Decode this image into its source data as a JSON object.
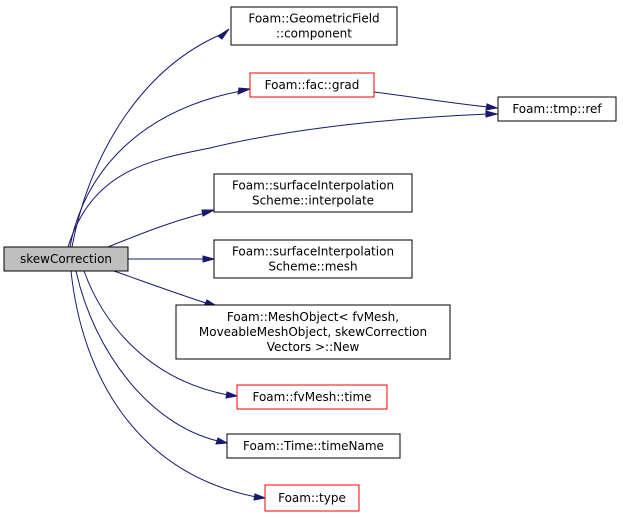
{
  "colors": {
    "edge": "#191970",
    "box_border": "#000000",
    "linked_border": "#ff0000",
    "root_fill": "#bfbfbf",
    "node_fill": "#ffffff"
  },
  "nodes": {
    "root": {
      "lines": [
        "skewCorrection"
      ],
      "style": "root"
    },
    "geometric_field_component": {
      "lines": [
        "Foam::GeometricField",
        "::component"
      ],
      "style": "normal"
    },
    "fac_grad": {
      "lines": [
        "Foam::fac::grad"
      ],
      "style": "linked"
    },
    "tmp_ref": {
      "lines": [
        "Foam::tmp::ref"
      ],
      "style": "normal"
    },
    "surface_interpolate": {
      "lines": [
        "Foam::surfaceInterpolation",
        "Scheme::interpolate"
      ],
      "style": "normal"
    },
    "surface_mesh": {
      "lines": [
        "Foam::surfaceInterpolation",
        "Scheme::mesh"
      ],
      "style": "normal"
    },
    "meshobject_new": {
      "lines": [
        "Foam::MeshObject< fvMesh,",
        "MoveableMeshObject, skewCorrection",
        "Vectors >::New"
      ],
      "style": "normal"
    },
    "fvmesh_time": {
      "lines": [
        "Foam::fvMesh::time"
      ],
      "style": "linked"
    },
    "time_timename": {
      "lines": [
        "Foam::Time::timeName"
      ],
      "style": "normal"
    },
    "foam_type": {
      "lines": [
        "Foam::type"
      ],
      "style": "linked"
    }
  },
  "edges": [
    {
      "from": "root",
      "to": "geometric_field_component"
    },
    {
      "from": "root",
      "to": "fac_grad"
    },
    {
      "from": "root",
      "to": "tmp_ref"
    },
    {
      "from": "fac_grad",
      "to": "tmp_ref"
    },
    {
      "from": "root",
      "to": "surface_interpolate"
    },
    {
      "from": "root",
      "to": "surface_mesh"
    },
    {
      "from": "root",
      "to": "meshobject_new"
    },
    {
      "from": "root",
      "to": "fvmesh_time"
    },
    {
      "from": "root",
      "to": "time_timename"
    },
    {
      "from": "root",
      "to": "foam_type"
    }
  ]
}
